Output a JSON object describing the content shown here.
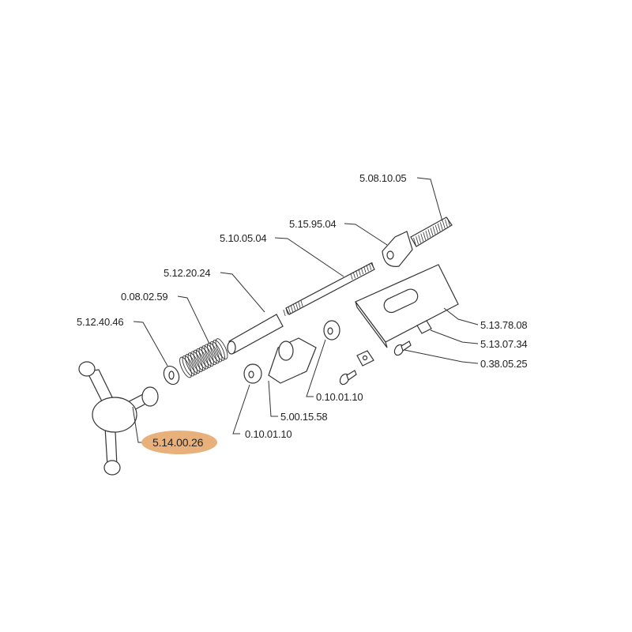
{
  "diagram": {
    "highlight_color": "#E8B07A",
    "parts": [
      {
        "id": "threaded-stud",
        "number": "5.08.10.05"
      },
      {
        "id": "clamp-bracket",
        "number": "5.15.95.04"
      },
      {
        "id": "rod",
        "number": "5.10.05.04"
      },
      {
        "id": "sleeve",
        "number": "5.12.20.24"
      },
      {
        "id": "spring",
        "number": "0.08.02.59"
      },
      {
        "id": "washer",
        "number": "5.12.40.46"
      },
      {
        "id": "clamp-plate",
        "number": "5.13.78.08"
      },
      {
        "id": "square-nut",
        "number": "5.13.07.34"
      },
      {
        "id": "screw",
        "number": "0.38.05.25"
      },
      {
        "id": "nut-right",
        "number": "0.10.01.10"
      },
      {
        "id": "pivot-block",
        "number": "5.00.15.58"
      },
      {
        "id": "nut-left",
        "number": "0.10.01.10"
      },
      {
        "id": "star-handle",
        "number": "5.14.00.26",
        "highlighted": true
      }
    ]
  }
}
